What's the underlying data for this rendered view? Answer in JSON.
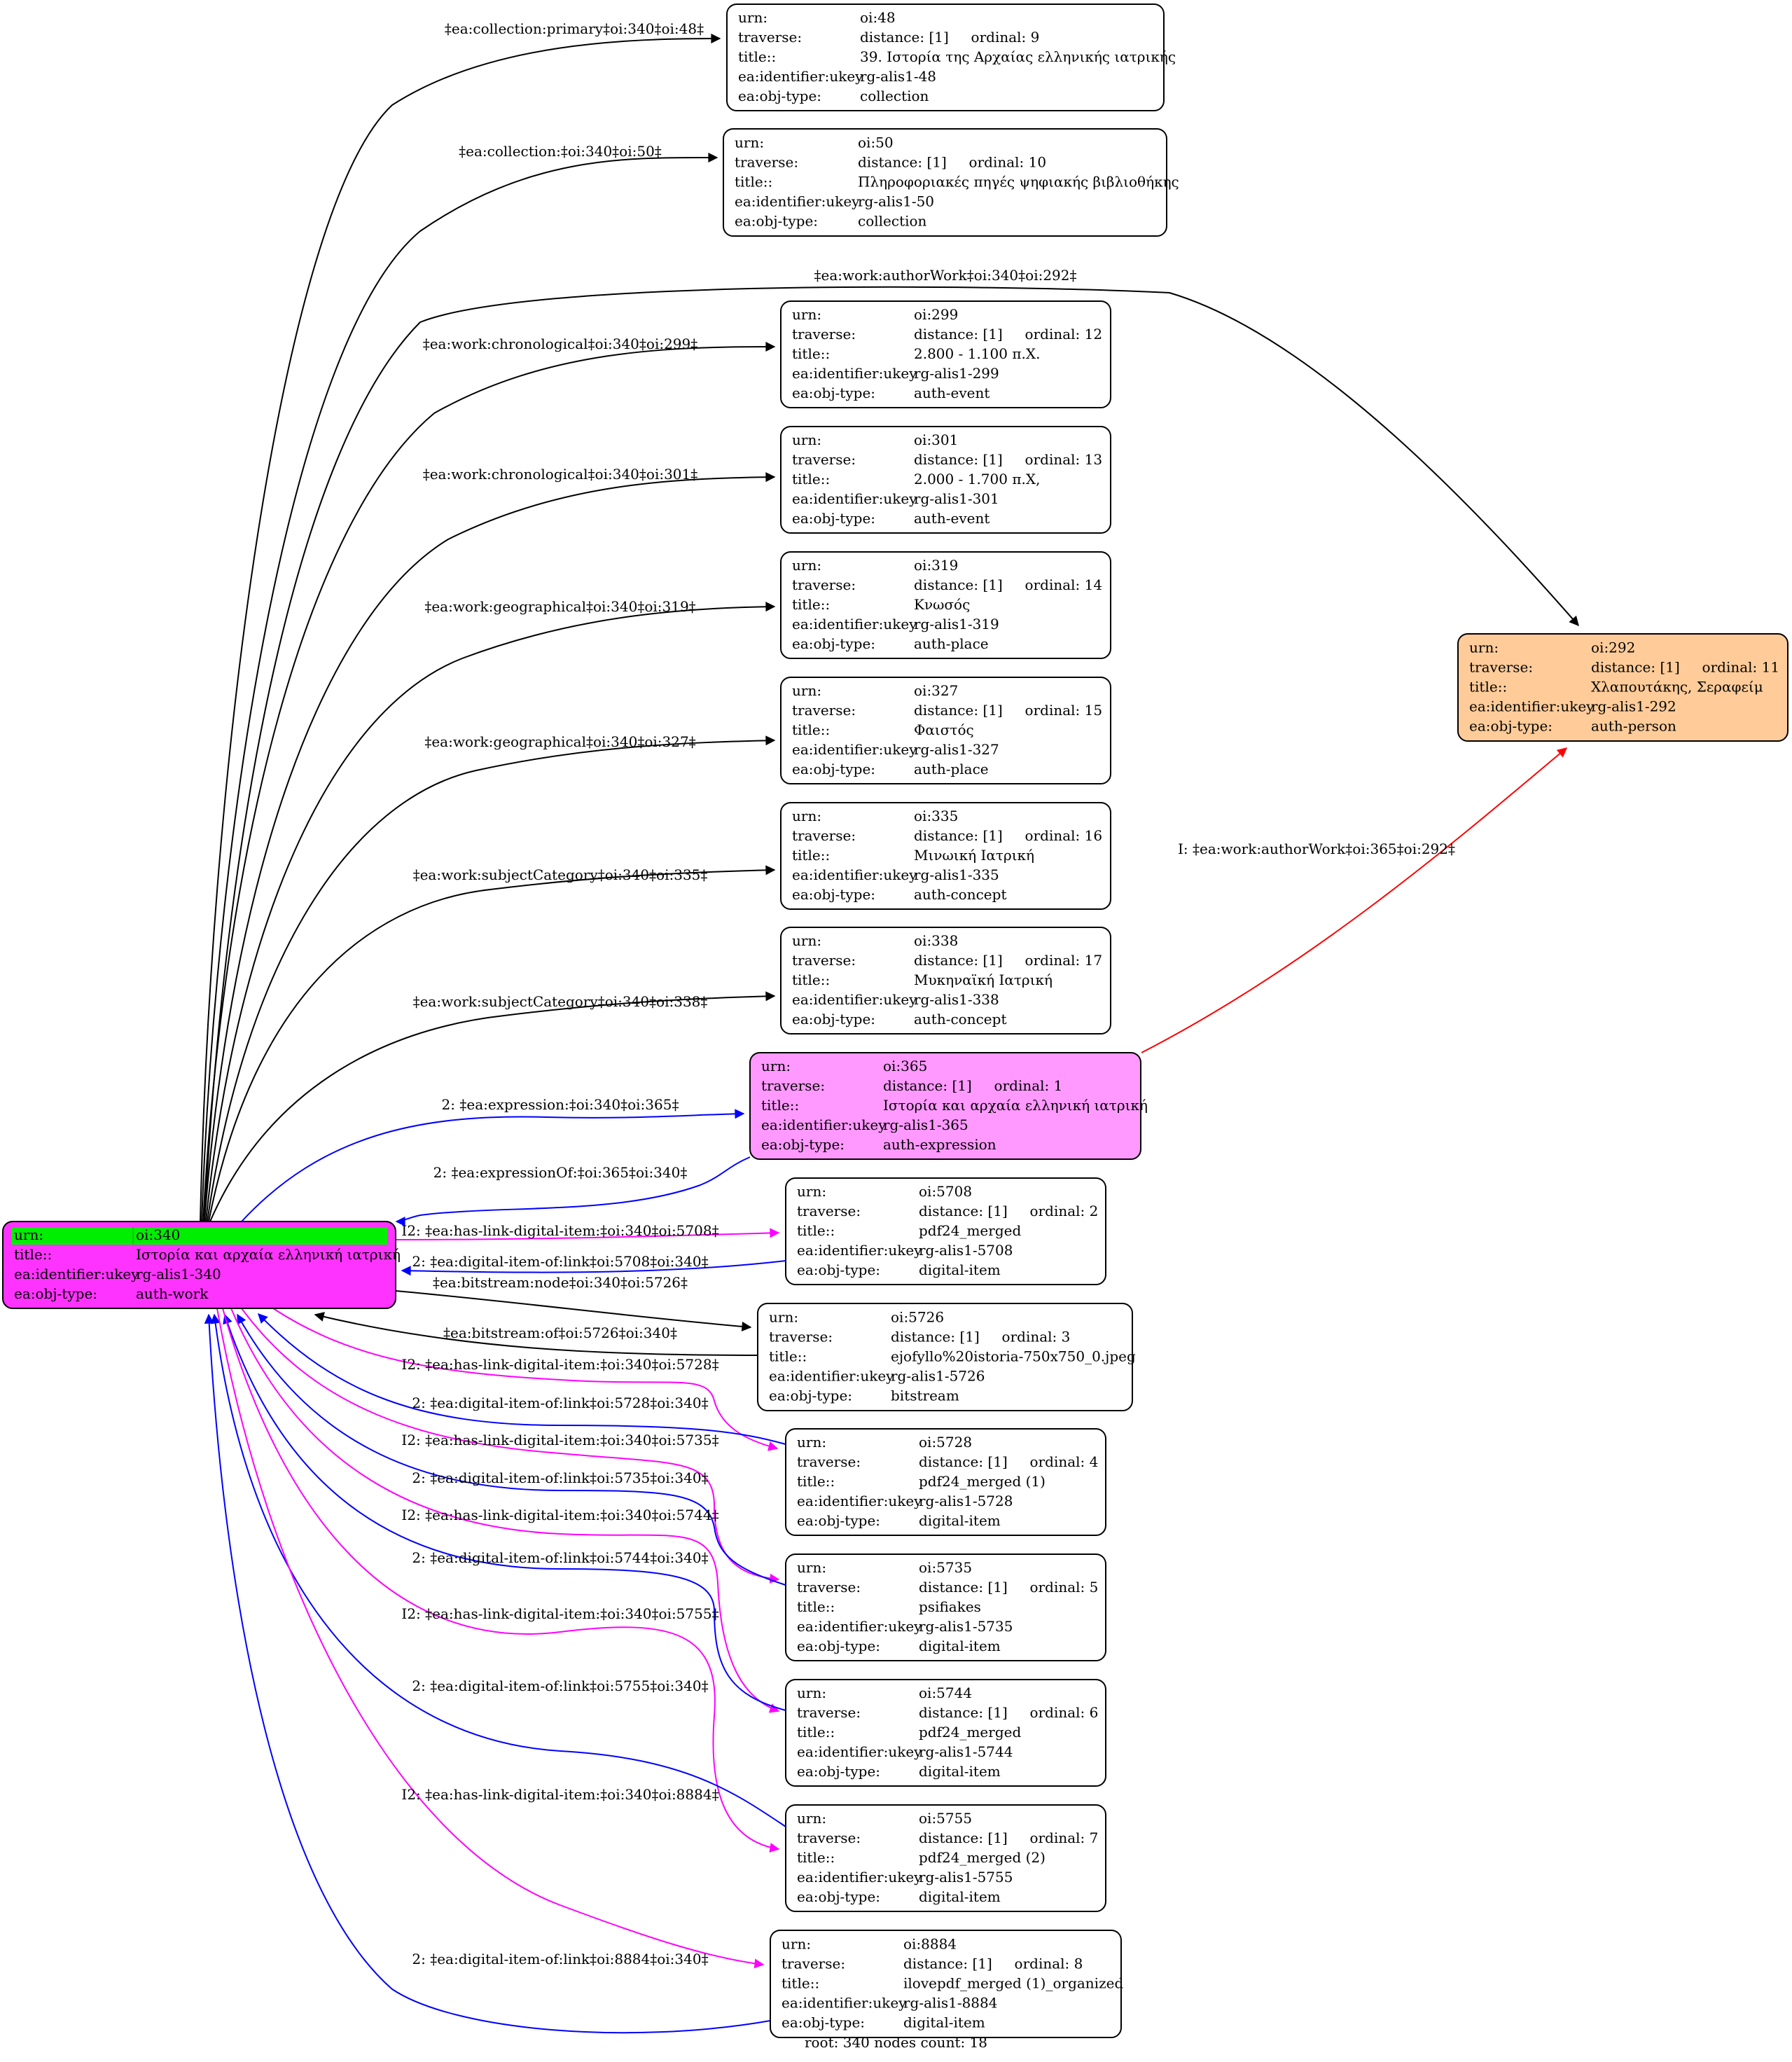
{
  "footer": "root: 340 nodes count: 18",
  "colors": {
    "root_fill": "#ff33ff",
    "root_urn_highlight": "#00ee00",
    "expression_fill": "#ff99ff",
    "person_fill": "#ffcc99",
    "node_fill": "#ffffff",
    "edge_default": "#000000",
    "edge_blue": "#0000ff",
    "edge_magenta": "#ff00ff",
    "edge_red": "#ff0000"
  },
  "nodes": [
    {
      "id": "oi:340",
      "style": "root",
      "rows": [
        [
          "urn:",
          "oi:340"
        ],
        [
          "title::",
          "Ιστορία και αρχαία ελληνική ιατρική"
        ],
        [
          "ea:identifier:ukey",
          "rg-alis1-340"
        ],
        [
          "ea:obj-type:",
          "auth-work"
        ]
      ]
    },
    {
      "id": "oi:48",
      "style": "plain",
      "rows": [
        [
          "urn:",
          "oi:48"
        ],
        [
          "traverse:",
          "distance: [1]     ordinal: 9"
        ],
        [
          "title::",
          "39. Ιστορία της Αρχαίας ελληνικής ιατρικής"
        ],
        [
          "ea:identifier:ukey",
          "rg-alis1-48"
        ],
        [
          "ea:obj-type:",
          "collection"
        ]
      ]
    },
    {
      "id": "oi:50",
      "style": "plain",
      "rows": [
        [
          "urn:",
          "oi:50"
        ],
        [
          "traverse:",
          "distance: [1]     ordinal: 10"
        ],
        [
          "title::",
          "Πληροφοριακές πηγές ψηφιακής βιβλιοθήκης"
        ],
        [
          "ea:identifier:ukey",
          "rg-alis1-50"
        ],
        [
          "ea:obj-type:",
          "collection"
        ]
      ]
    },
    {
      "id": "oi:299",
      "style": "plain",
      "rows": [
        [
          "urn:",
          "oi:299"
        ],
        [
          "traverse:",
          "distance: [1]     ordinal: 12"
        ],
        [
          "title::",
          "2.800 - 1.100 π.Χ."
        ],
        [
          "ea:identifier:ukey",
          "rg-alis1-299"
        ],
        [
          "ea:obj-type:",
          "auth-event"
        ]
      ]
    },
    {
      "id": "oi:301",
      "style": "plain",
      "rows": [
        [
          "urn:",
          "oi:301"
        ],
        [
          "traverse:",
          "distance: [1]     ordinal: 13"
        ],
        [
          "title::",
          "2.000 - 1.700 π.Χ,"
        ],
        [
          "ea:identifier:ukey",
          "rg-alis1-301"
        ],
        [
          "ea:obj-type:",
          "auth-event"
        ]
      ]
    },
    {
      "id": "oi:319",
      "style": "plain",
      "rows": [
        [
          "urn:",
          "oi:319"
        ],
        [
          "traverse:",
          "distance: [1]     ordinal: 14"
        ],
        [
          "title::",
          "Κνωσός"
        ],
        [
          "ea:identifier:ukey",
          "rg-alis1-319"
        ],
        [
          "ea:obj-type:",
          "auth-place"
        ]
      ]
    },
    {
      "id": "oi:327",
      "style": "plain",
      "rows": [
        [
          "urn:",
          "oi:327"
        ],
        [
          "traverse:",
          "distance: [1]     ordinal: 15"
        ],
        [
          "title::",
          "Φαιστός"
        ],
        [
          "ea:identifier:ukey",
          "rg-alis1-327"
        ],
        [
          "ea:obj-type:",
          "auth-place"
        ]
      ]
    },
    {
      "id": "oi:335",
      "style": "plain",
      "rows": [
        [
          "urn:",
          "oi:335"
        ],
        [
          "traverse:",
          "distance: [1]     ordinal: 16"
        ],
        [
          "title::",
          "Μινωική Ιατρική"
        ],
        [
          "ea:identifier:ukey",
          "rg-alis1-335"
        ],
        [
          "ea:obj-type:",
          "auth-concept"
        ]
      ]
    },
    {
      "id": "oi:338",
      "style": "plain",
      "rows": [
        [
          "urn:",
          "oi:338"
        ],
        [
          "traverse:",
          "distance: [1]     ordinal: 17"
        ],
        [
          "title::",
          "Μυκηναϊκή Ιατρική"
        ],
        [
          "ea:identifier:ukey",
          "rg-alis1-338"
        ],
        [
          "ea:obj-type:",
          "auth-concept"
        ]
      ]
    },
    {
      "id": "oi:365",
      "style": "expression",
      "rows": [
        [
          "urn:",
          "oi:365"
        ],
        [
          "traverse:",
          "distance: [1]     ordinal: 1"
        ],
        [
          "title::",
          "Ιστορία και αρχαία ελληνική ιατρική"
        ],
        [
          "ea:identifier:ukey",
          "rg-alis1-365"
        ],
        [
          "ea:obj-type:",
          "auth-expression"
        ]
      ]
    },
    {
      "id": "oi:5708",
      "style": "plain",
      "rows": [
        [
          "urn:",
          "oi:5708"
        ],
        [
          "traverse:",
          "distance: [1]     ordinal: 2"
        ],
        [
          "title::",
          "pdf24_merged"
        ],
        [
          "ea:identifier:ukey",
          "rg-alis1-5708"
        ],
        [
          "ea:obj-type:",
          "digital-item"
        ]
      ]
    },
    {
      "id": "oi:5726",
      "style": "plain",
      "rows": [
        [
          "urn:",
          "oi:5726"
        ],
        [
          "traverse:",
          "distance: [1]     ordinal: 3"
        ],
        [
          "title::",
          "ejofyllo%20istoria-750x750_0.jpeg"
        ],
        [
          "ea:identifier:ukey",
          "rg-alis1-5726"
        ],
        [
          "ea:obj-type:",
          "bitstream"
        ]
      ]
    },
    {
      "id": "oi:5728",
      "style": "plain",
      "rows": [
        [
          "urn:",
          "oi:5728"
        ],
        [
          "traverse:",
          "distance: [1]     ordinal: 4"
        ],
        [
          "title::",
          "pdf24_merged (1)"
        ],
        [
          "ea:identifier:ukey",
          "rg-alis1-5728"
        ],
        [
          "ea:obj-type:",
          "digital-item"
        ]
      ]
    },
    {
      "id": "oi:5735",
      "style": "plain",
      "rows": [
        [
          "urn:",
          "oi:5735"
        ],
        [
          "traverse:",
          "distance: [1]     ordinal: 5"
        ],
        [
          "title::",
          "psifiakes"
        ],
        [
          "ea:identifier:ukey",
          "rg-alis1-5735"
        ],
        [
          "ea:obj-type:",
          "digital-item"
        ]
      ]
    },
    {
      "id": "oi:5744",
      "style": "plain",
      "rows": [
        [
          "urn:",
          "oi:5744"
        ],
        [
          "traverse:",
          "distance: [1]     ordinal: 6"
        ],
        [
          "title::",
          "pdf24_merged"
        ],
        [
          "ea:identifier:ukey",
          "rg-alis1-5744"
        ],
        [
          "ea:obj-type:",
          "digital-item"
        ]
      ]
    },
    {
      "id": "oi:5755",
      "style": "plain",
      "rows": [
        [
          "urn:",
          "oi:5755"
        ],
        [
          "traverse:",
          "distance: [1]     ordinal: 7"
        ],
        [
          "title::",
          "pdf24_merged (2)"
        ],
        [
          "ea:identifier:ukey",
          "rg-alis1-5755"
        ],
        [
          "ea:obj-type:",
          "digital-item"
        ]
      ]
    },
    {
      "id": "oi:8884",
      "style": "plain",
      "rows": [
        [
          "urn:",
          "oi:8884"
        ],
        [
          "traverse:",
          "distance: [1]     ordinal: 8"
        ],
        [
          "title::",
          "ilovepdf_merged (1)_organized"
        ],
        [
          "ea:identifier:ukey",
          "rg-alis1-8884"
        ],
        [
          "ea:obj-type:",
          "digital-item"
        ]
      ]
    },
    {
      "id": "oi:292",
      "style": "person",
      "rows": [
        [
          "urn:",
          "oi:292"
        ],
        [
          "traverse:",
          "distance: [1]     ordinal: 11"
        ],
        [
          "title::",
          "Χλαπουτάκης, Σεραφείμ"
        ],
        [
          "ea:identifier:ukey",
          "rg-alis1-292"
        ],
        [
          "ea:obj-type:",
          "auth-person"
        ]
      ]
    }
  ],
  "edges": [
    {
      "from": "oi:340",
      "to": "oi:48",
      "color": "edge_default",
      "label": "‡ea:collection:primary‡oi:340‡oi:48‡"
    },
    {
      "from": "oi:340",
      "to": "oi:50",
      "color": "edge_default",
      "label": "‡ea:collection:‡oi:340‡oi:50‡"
    },
    {
      "from": "oi:340",
      "to": "oi:292",
      "color": "edge_default",
      "label": "‡ea:work:authorWork‡oi:340‡oi:292‡"
    },
    {
      "from": "oi:340",
      "to": "oi:299",
      "color": "edge_default",
      "label": "‡ea:work:chronological‡oi:340‡oi:299‡"
    },
    {
      "from": "oi:340",
      "to": "oi:301",
      "color": "edge_default",
      "label": "‡ea:work:chronological‡oi:340‡oi:301‡"
    },
    {
      "from": "oi:340",
      "to": "oi:319",
      "color": "edge_default",
      "label": "‡ea:work:geographical‡oi:340‡oi:319‡"
    },
    {
      "from": "oi:340",
      "to": "oi:327",
      "color": "edge_default",
      "label": "‡ea:work:geographical‡oi:340‡oi:327‡"
    },
    {
      "from": "oi:340",
      "to": "oi:335",
      "color": "edge_default",
      "label": "‡ea:work:subjectCategory‡oi:340‡oi:335‡"
    },
    {
      "from": "oi:340",
      "to": "oi:338",
      "color": "edge_default",
      "label": "‡ea:work:subjectCategory‡oi:340‡oi:338‡"
    },
    {
      "from": "oi:340",
      "to": "oi:365",
      "color": "edge_blue",
      "label": "2: ‡ea:expression:‡oi:340‡oi:365‡"
    },
    {
      "from": "oi:365",
      "to": "oi:340",
      "color": "edge_blue",
      "label": "2: ‡ea:expressionOf:‡oi:365‡oi:340‡"
    },
    {
      "from": "oi:365",
      "to": "oi:292",
      "color": "edge_red",
      "label": "I: ‡ea:work:authorWork‡oi:365‡oi:292‡"
    },
    {
      "from": "oi:340",
      "to": "oi:5708",
      "color": "edge_magenta",
      "label": "I2: ‡ea:has-link-digital-item:‡oi:340‡oi:5708‡"
    },
    {
      "from": "oi:5708",
      "to": "oi:340",
      "color": "edge_blue",
      "label": "2: ‡ea:digital-item-of:link‡oi:5708‡oi:340‡"
    },
    {
      "from": "oi:340",
      "to": "oi:5726",
      "color": "edge_default",
      "label": "‡ea:bitstream:node‡oi:340‡oi:5726‡"
    },
    {
      "from": "oi:5726",
      "to": "oi:340",
      "color": "edge_default",
      "label": "‡ea:bitstream:of‡oi:5726‡oi:340‡"
    },
    {
      "from": "oi:340",
      "to": "oi:5728",
      "color": "edge_magenta",
      "label": "I2: ‡ea:has-link-digital-item:‡oi:340‡oi:5728‡"
    },
    {
      "from": "oi:5728",
      "to": "oi:340",
      "color": "edge_blue",
      "label": "2: ‡ea:digital-item-of:link‡oi:5728‡oi:340‡"
    },
    {
      "from": "oi:340",
      "to": "oi:5735",
      "color": "edge_magenta",
      "label": "I2: ‡ea:has-link-digital-item:‡oi:340‡oi:5735‡"
    },
    {
      "from": "oi:5735",
      "to": "oi:340",
      "color": "edge_blue",
      "label": "2: ‡ea:digital-item-of:link‡oi:5735‡oi:340‡"
    },
    {
      "from": "oi:340",
      "to": "oi:5744",
      "color": "edge_magenta",
      "label": "I2: ‡ea:has-link-digital-item:‡oi:340‡oi:5744‡"
    },
    {
      "from": "oi:5744",
      "to": "oi:340",
      "color": "edge_blue",
      "label": "2: ‡ea:digital-item-of:link‡oi:5744‡oi:340‡"
    },
    {
      "from": "oi:340",
      "to": "oi:5755",
      "color": "edge_magenta",
      "label": "I2: ‡ea:has-link-digital-item:‡oi:340‡oi:5755‡"
    },
    {
      "from": "oi:5755",
      "to": "oi:340",
      "color": "edge_blue",
      "label": "2: ‡ea:digital-item-of:link‡oi:5755‡oi:340‡"
    },
    {
      "from": "oi:340",
      "to": "oi:8884",
      "color": "edge_magenta",
      "label": "I2: ‡ea:has-link-digital-item:‡oi:340‡oi:8884‡"
    },
    {
      "from": "oi:8884",
      "to": "oi:340",
      "color": "edge_blue",
      "label": "2: ‡ea:digital-item-of:link‡oi:8884‡oi:340‡"
    }
  ]
}
